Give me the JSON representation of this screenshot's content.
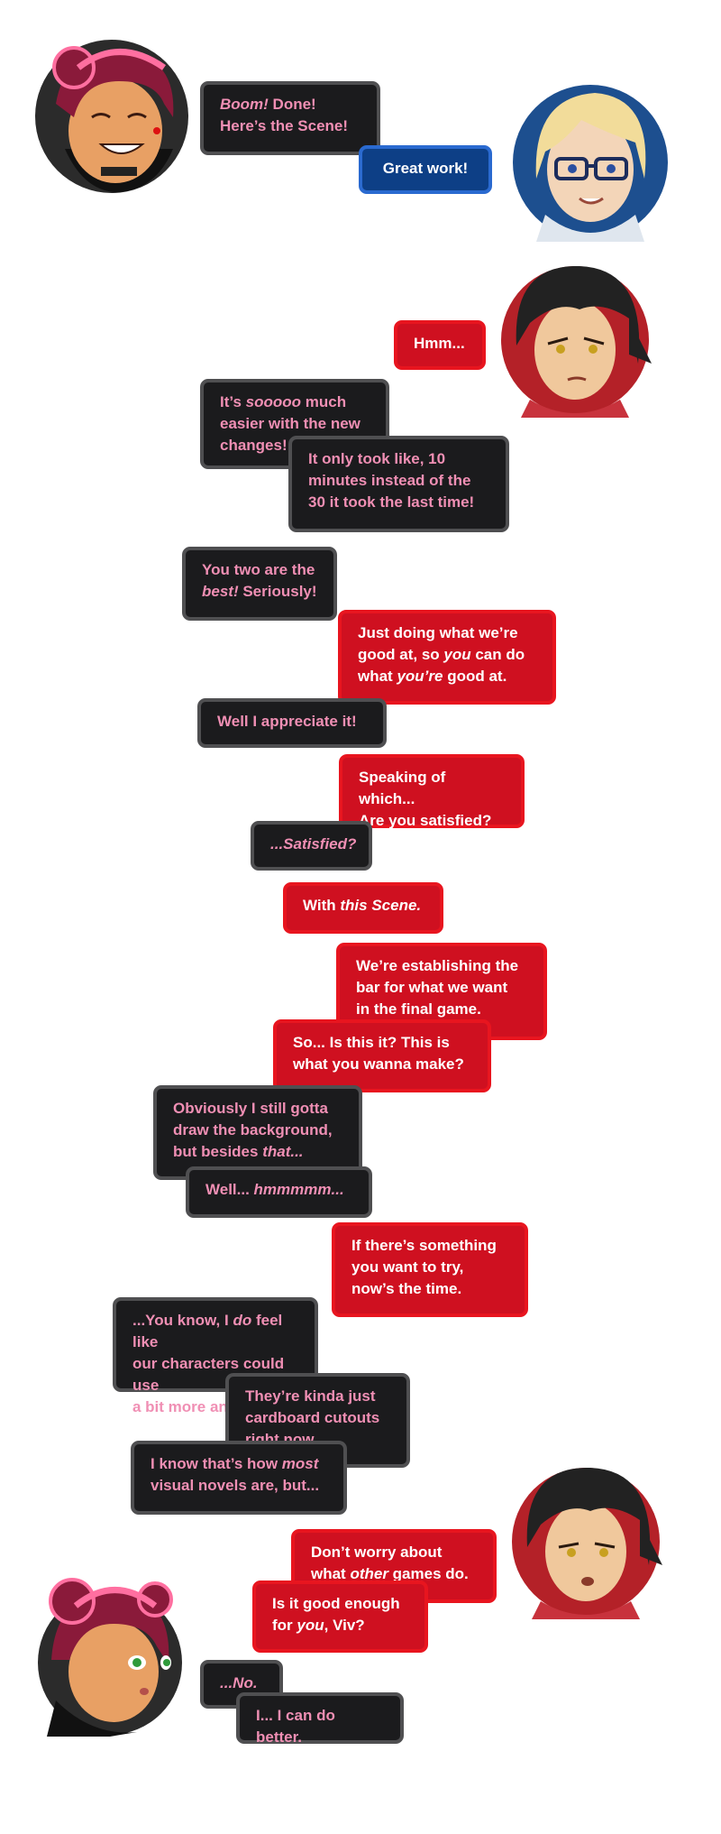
{
  "colors": {
    "viv_bubble": "#1b1b1d",
    "viv_text": "#f08fb4",
    "red_bubble": "#cf1020",
    "blue_bubble": "#0d3f86",
    "viv_avatar_bg": "#2b2b2b",
    "blue_avatar_bg": "#1d4f8f",
    "red_avatar_bg": "#b42128"
  },
  "avatars": {
    "viv_happy": "viv-grinning-avatar",
    "blonde_glasses": "blonde-glasses-avatar",
    "dark_hair_1": "dark-haired-avatar",
    "dark_hair_2": "dark-haired-avatar",
    "viv_pout": "viv-pouting-avatar"
  },
  "messages": {
    "m1a": "Boom!",
    "m1b": " Done!",
    "m1c": "Here’s the Scene!",
    "m2": "Great work!",
    "m3": "Hmm...",
    "m4a": "It’s ",
    "m4b": "sooooo",
    "m4c": " much",
    "m4d": "easier with the new",
    "m4e": "changes!",
    "m5a": "It only took like, 10",
    "m5b": "minutes instead of the",
    "m5c": "30 it took the last time!",
    "m6a": "You two are the",
    "m6b": "best!",
    "m6c": " Seriously!",
    "m7a": "Just doing what we’re",
    "m7b": "good at, so ",
    "m7c": "you",
    "m7d": " can do",
    "m7e": "what ",
    "m7f": "you’re",
    "m7g": " good at.",
    "m8": "Well I appreciate it!",
    "m9a": "Speaking of which...",
    "m9b": "Are you satisfied?",
    "m10": "...Satisfied?",
    "m11a": "With ",
    "m11b": "this Scene.",
    "m12a": "We’re establishing the",
    "m12b": "bar for what we want",
    "m12c": "in the final game.",
    "m13a": "So... Is this it? This is",
    "m13b": "what you wanna make?",
    "m14a": "Obviously I still gotta",
    "m14b": "draw the background,",
    "m14c": "but besides ",
    "m14d": "that...",
    "m15a": "Well... ",
    "m15b": "hmmmmm...",
    "m16a": "If there’s something",
    "m16b": "you want to try,",
    "m16c": "now’s the time.",
    "m17a": "...You know, I ",
    "m17b": "do",
    "m17c": " feel like",
    "m17d": "our characters could use",
    "m17e": "a bit more animation.",
    "m18a": "They’re kinda just",
    "m18b": "cardboard cutouts",
    "m18c": "right now.",
    "m19a": "I know that’s how ",
    "m19b": "most",
    "m19c": "visual novels are, but...",
    "m20a": "Don’t worry about",
    "m20b": "what ",
    "m20c": "other",
    "m20d": " games do.",
    "m21a": "Is it good enough",
    "m21b": "for ",
    "m21c": "you",
    "m21d": ", Viv?",
    "m22": "...No.",
    "m23": "I... I can do better."
  }
}
